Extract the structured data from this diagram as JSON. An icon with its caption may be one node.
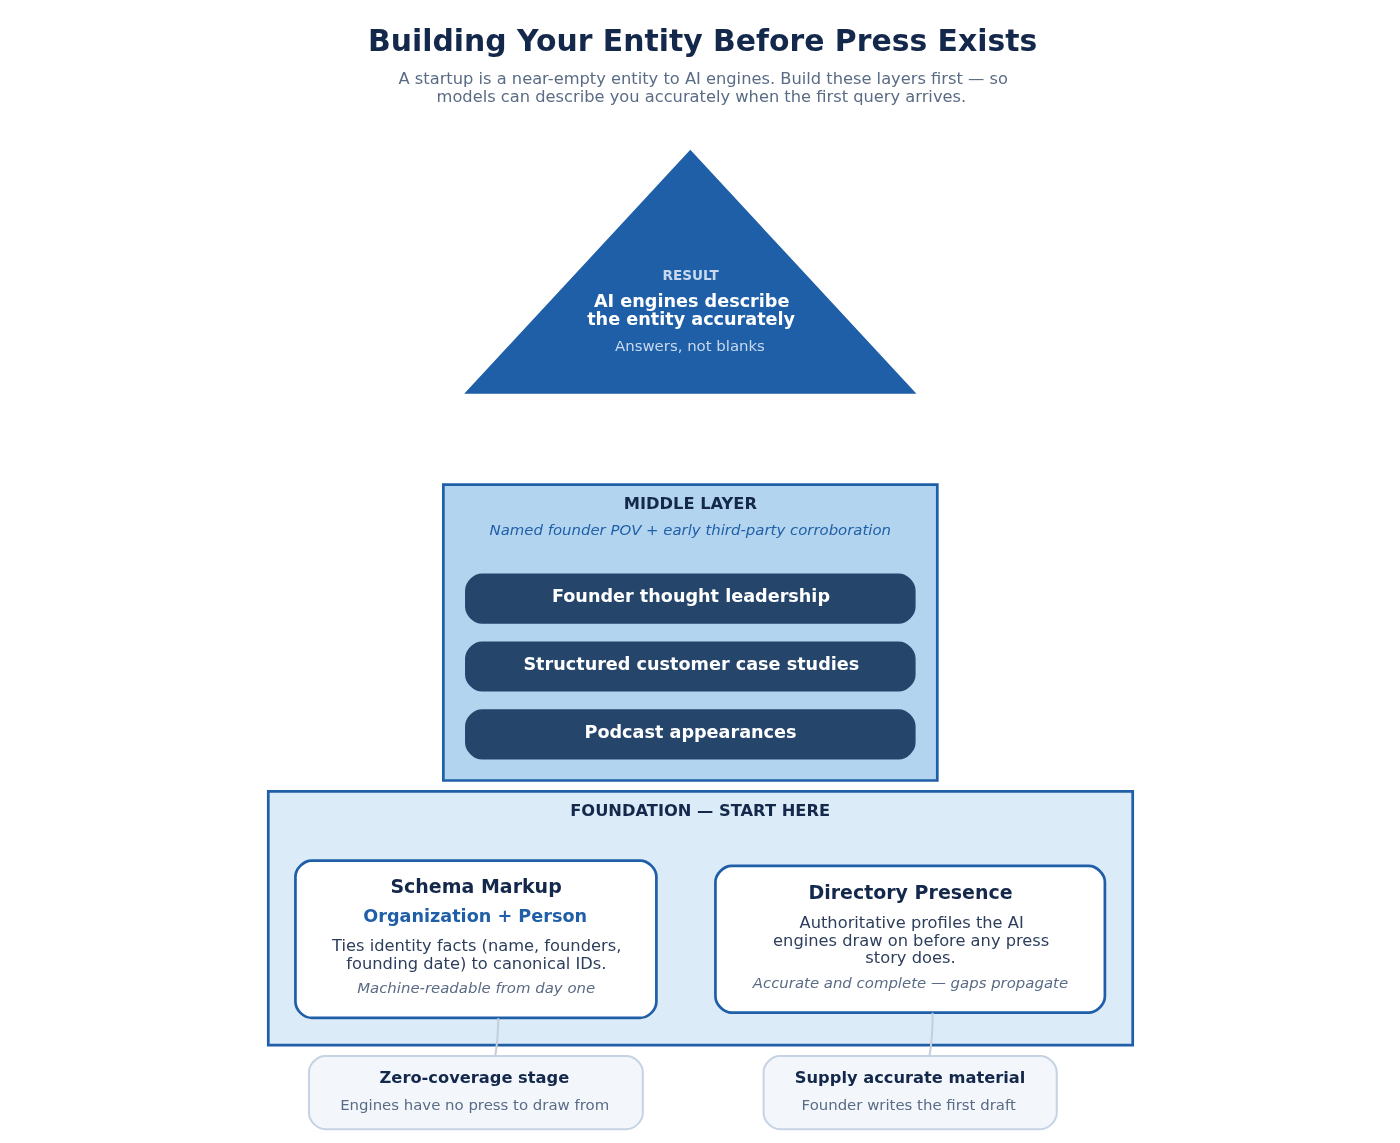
{
  "diagram": {
    "title": "Building Your Entity Before Press Exists",
    "caption": "A startup is a near-empty entity to AI engines. Build these layers first — so models can describe you accurately when the first query arrives.",
    "nodes": [
      {
        "text": [
          "RESULT",
          "AI engines describe the entity accurately",
          "Answers, not blanks"
        ]
      },
      {
        "text": [
          "MIDDLE LAYER",
          "Named founder POV + early third-party corroboration"
        ]
      },
      {
        "text": [
          "Founder thought leadership"
        ],
        "in": 1
      },
      {
        "text": [
          "Structured customer case studies"
        ],
        "in": 1
      },
      {
        "text": [
          "Podcast appearances"
        ],
        "in": 1
      },
      {
        "text": [
          "FOUNDATION — START HERE"
        ]
      },
      {
        "text": [
          "Schema Markup",
          "Organization + Person",
          "Ties identity facts (name, founders, founding date) to canonical IDs.",
          "Machine-readable from day one"
        ],
        "in": 5
      },
      {
        "text": [
          "Directory Presence",
          "Authoritative profiles the AI engines draw on before any press story does.",
          "Accurate and complete — gaps propagate"
        ],
        "in": 5
      },
      {
        "text": [
          "Zero-coverage stage",
          "Engines have no press to draw from"
        ]
      },
      {
        "text": [
          "Supply accurate material",
          "Founder writes the first draft"
        ]
      }
    ],
    "edges": [
      {
        "from": 8,
        "to": 6,
        "arrow": "none"
      },
      {
        "from": 9,
        "to": 7,
        "arrow": "none"
      }
    ]
  }
}
